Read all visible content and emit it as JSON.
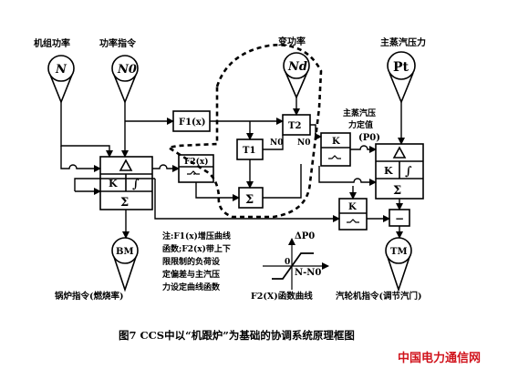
{
  "labels": {
    "unit_power": "机组功率",
    "power_cmd": "功率指令",
    "var_power": "变功率",
    "main_pressure": "主蒸汽压力",
    "pressure_setpoint_1": "主蒸汽压",
    "pressure_setpoint_2": "力定值",
    "p0_paren": "(P0)",
    "sym_N": "N",
    "sym_N0": "N0",
    "sym_Nd": "Nd",
    "sym_Pt": "Pt",
    "f1": "F1(x)",
    "f2": "F2(x)",
    "t1": "T1",
    "t2": "T2",
    "n0_a": "N0",
    "n0_b": "N0",
    "k": "K",
    "delta": "Δ",
    "integral": "∫",
    "sigma": "Σ",
    "minus": "−",
    "bm": "BM",
    "tm": "TM",
    "boiler_cmd": "锅炉指令(燃烧率)",
    "turbine_cmd": "汽轮机指令(调节汽门)",
    "delta_p0": "ΔP0",
    "n_minus_n0": "N-N0",
    "zero": "0",
    "f2_curve_label": "F2(X)函数曲线",
    "note_1": "注:F1(x)增压曲线",
    "note_2": "函数;F2(x)带上下",
    "note_3": "限限制的负荷设",
    "note_4": "定偏差与主汽压",
    "note_5": "力设定曲线函数",
    "caption": "图7 CCS中以“机跟炉”为基础的协调系统原理框图",
    "watermark": "中国电力通信网"
  }
}
